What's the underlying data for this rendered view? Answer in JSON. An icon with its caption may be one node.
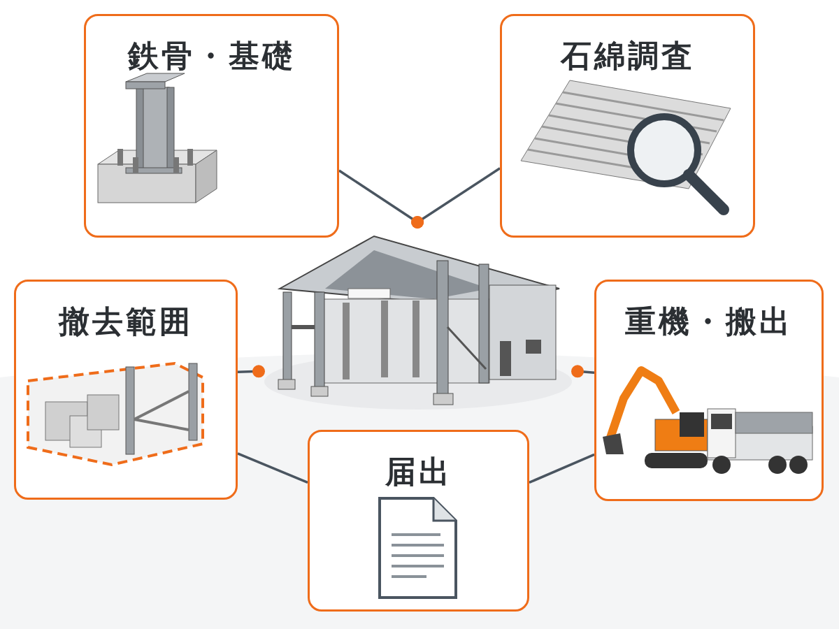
{
  "diagram": {
    "nodes": [
      {
        "text": [
          "鉄骨・基礎"
        ]
      },
      {
        "text": [
          "石綿調査"
        ]
      },
      {
        "text": [],
        "shape": "picture"
      },
      {
        "text": [
          "撤去範囲"
        ]
      },
      {
        "text": [
          "重機・搬出"
        ]
      },
      {
        "text": [
          "届出"
        ]
      }
    ],
    "edges": [
      {
        "from": 2,
        "to": 0,
        "arrow": "other"
      },
      {
        "from": 2,
        "to": 1,
        "arrow": "other"
      },
      {
        "from": 2,
        "to": 3,
        "arrow": "other"
      },
      {
        "from": 2,
        "to": 4,
        "arrow": "other"
      },
      {
        "from": 3,
        "to": 5,
        "arrow": "none"
      },
      {
        "from": 5,
        "to": 4,
        "arrow": "none"
      }
    ]
  }
}
